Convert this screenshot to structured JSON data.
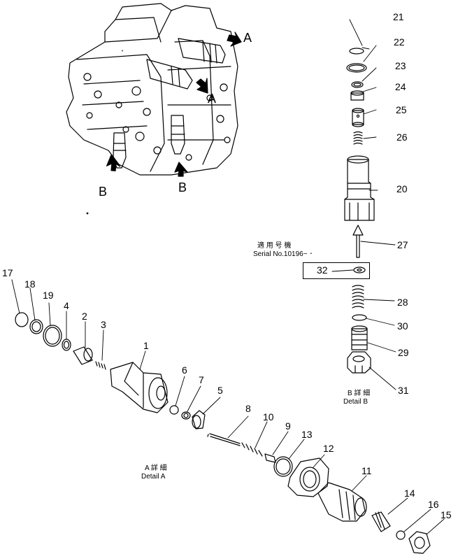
{
  "callouts": {
    "n1": "1",
    "n2": "2",
    "n3": "3",
    "n4": "4",
    "n5": "5",
    "n6": "6",
    "n7": "7",
    "n8": "8",
    "n9": "9",
    "n10": "10",
    "n11": "11",
    "n12": "12",
    "n13": "13",
    "n14": "14",
    "n15": "15",
    "n16": "16",
    "n17": "17",
    "n18": "18",
    "n19": "19",
    "n20": "20",
    "n21": "21",
    "n22": "22",
    "n23": "23",
    "n24": "24",
    "n25": "25",
    "n26": "26",
    "n27": "27",
    "n28": "28",
    "n29": "29",
    "n30": "30",
    "n31": "31",
    "n32": "32"
  },
  "view_markers": {
    "a": "A",
    "b": "B"
  },
  "serial_note": {
    "jp": "適 用 号 機",
    "en": "Serial No.10196~ ･"
  },
  "detail_a": {
    "jp": "A 詳 細",
    "en": "Detail A"
  },
  "detail_b": {
    "jp": "B 詳 細",
    "en": "Detail B"
  }
}
